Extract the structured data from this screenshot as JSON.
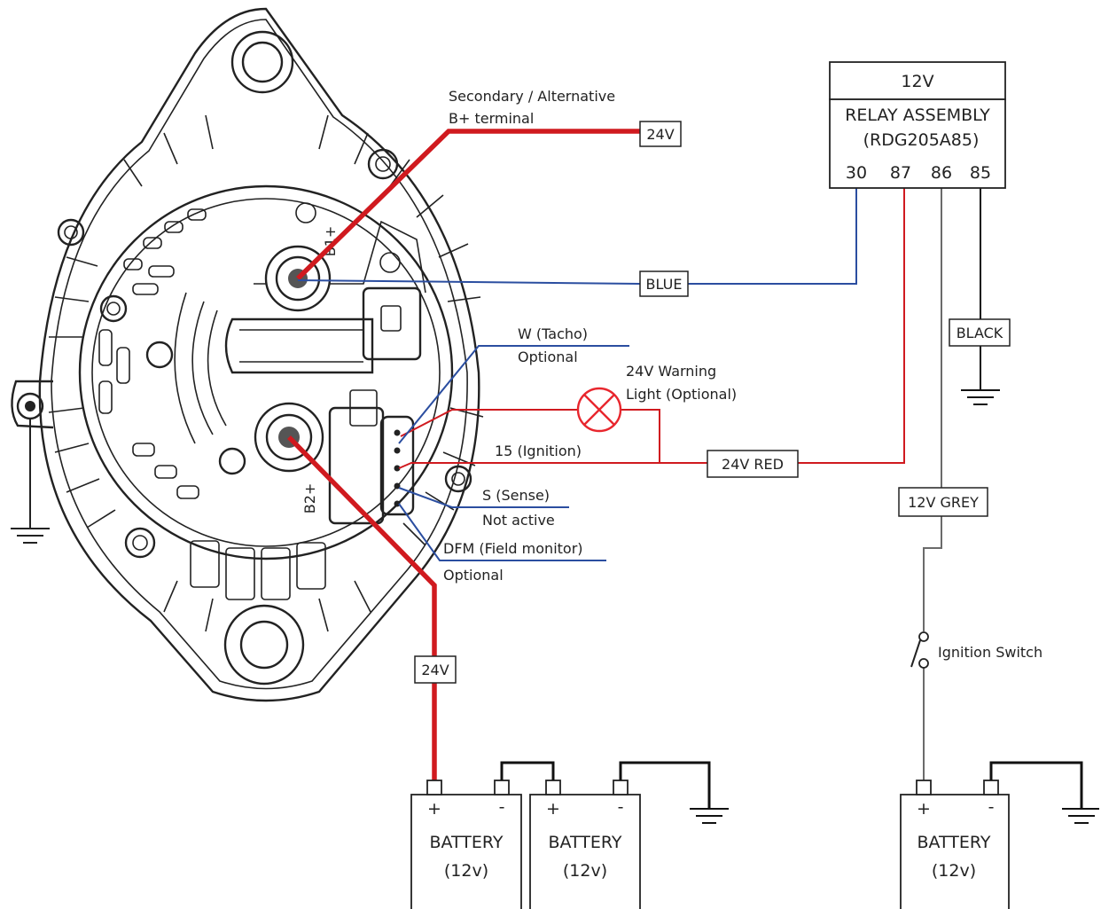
{
  "relay": {
    "voltage": "12V",
    "title": "RELAY ASSEMBLY",
    "part": "(RDG205A85)",
    "pins": [
      "30",
      "87",
      "86",
      "85"
    ]
  },
  "wire_labels": {
    "b_plus_24v": "24V",
    "blue": "BLUE",
    "black": "BLACK",
    "red_24v": "24V RED",
    "grey_12v": "12V GREY",
    "b2_24v": "24V"
  },
  "annotations": {
    "secondary_line1": "Secondary / Alternative",
    "secondary_line2": "B+ terminal",
    "tacho_line1": "W (Tacho)",
    "tacho_line2": "Optional",
    "warning_line1": "24V Warning",
    "warning_line2": "Light (Optional)",
    "ignition": "15 (Ignition)",
    "sense_line1": "S (Sense)",
    "sense_line2": "Not active",
    "dfm_line1": "DFM (Field monitor)",
    "dfm_line2": "Optional",
    "ignition_switch": "Ignition Switch",
    "b2_terminal": "B2+",
    "b1_terminal": "B1+"
  },
  "batteries": [
    {
      "name": "BATTERY",
      "rating": "(12v)",
      "plus": "+",
      "minus": "-"
    },
    {
      "name": "BATTERY",
      "rating": "(12v)",
      "plus": "+",
      "minus": "-"
    },
    {
      "name": "BATTERY",
      "rating": "(12v)",
      "plus": "+",
      "minus": "-"
    }
  ],
  "colors": {
    "red_wire": "#d01a1f",
    "blue_wire": "#2b4ea0",
    "black_wire": "#111111",
    "grey_wire": "#6b6b6b",
    "warning_lamp": "#e8262d"
  }
}
